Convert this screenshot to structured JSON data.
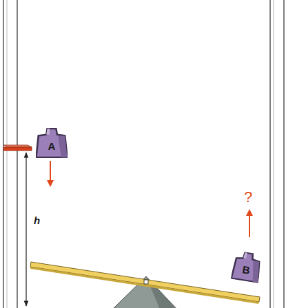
{
  "diagram": {
    "nodes": [
      {
        "text": [
          "A"
        ]
      },
      {
        "text": [
          "B"
        ]
      }
    ],
    "edges": [],
    "labels": [
      "h",
      "?"
    ]
  }
}
